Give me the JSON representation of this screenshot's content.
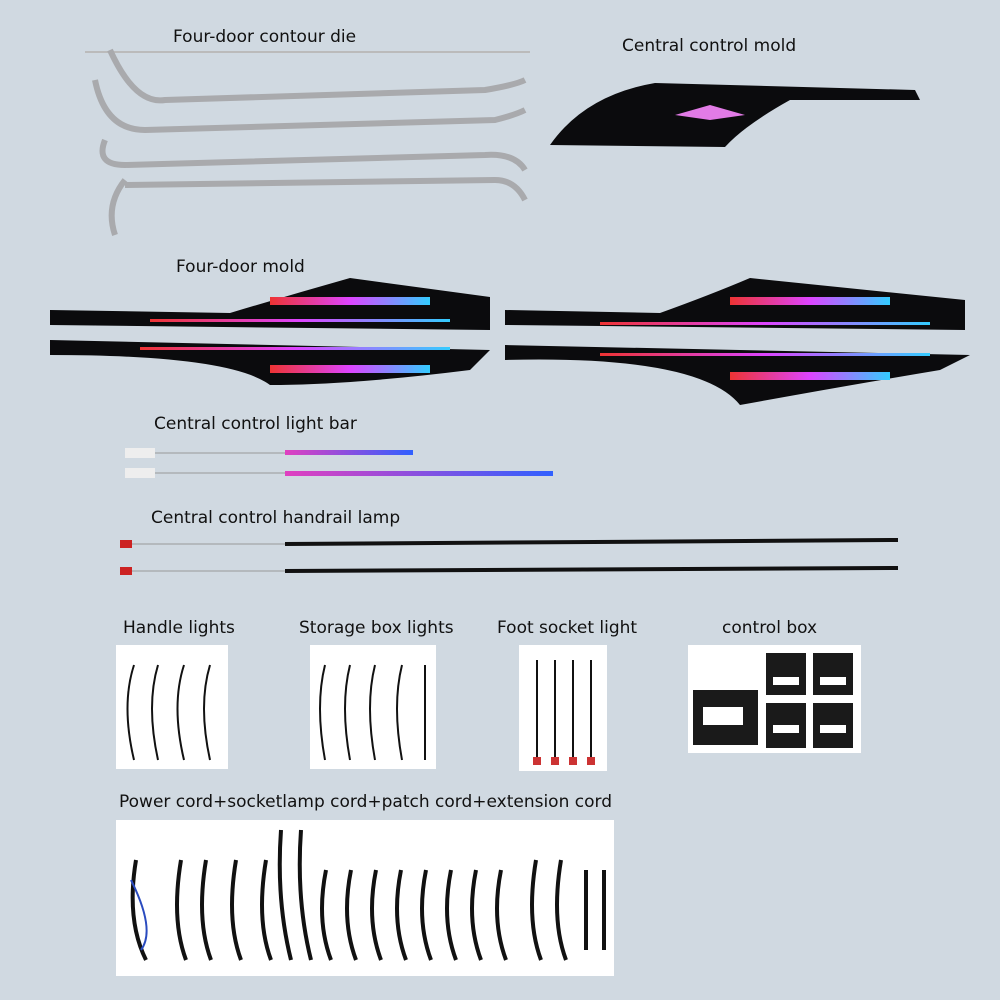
{
  "sections": {
    "contour_die": "Four-door contour die",
    "central_mold": "Central control mold",
    "four_door_mold": "Four-door mold",
    "light_bar": "Central control light bar",
    "handrail_lamp": "Central control handrail lamp",
    "handle_lights": "Handle lights",
    "storage_box_lights": "Storage box lights",
    "foot_socket_light": "Foot socket light",
    "control_box": "control box",
    "cords": "Power cord+socketlamp cord+patch cord+extension cord"
  },
  "colors": {
    "background": "#d0d9e1",
    "panel": "#ffffff",
    "mold": "#0b0b0d",
    "accent_pink": "#e040c0",
    "accent_blue": "#3060ff"
  }
}
